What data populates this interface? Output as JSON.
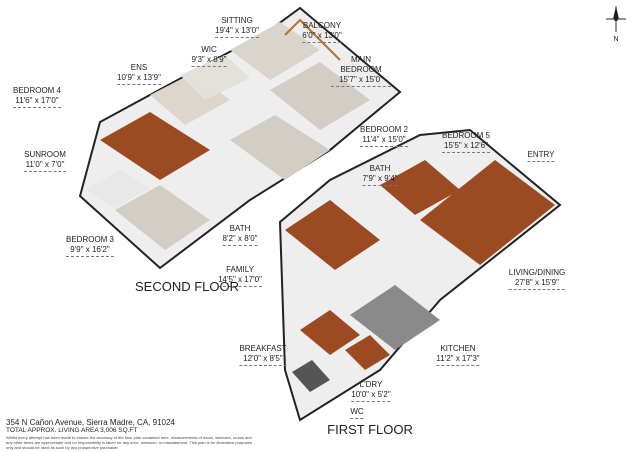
{
  "rooms": {
    "sitting": {
      "name": "SITTING",
      "dim": "19'4\" x 13'0\""
    },
    "balcony": {
      "name": "BALCONY",
      "dim": "6'0\" x 13'0\""
    },
    "wic": {
      "name": "WIC",
      "dim": "9'3\" x 8'9\""
    },
    "ens": {
      "name": "ENS",
      "dim": "10'9\" x 13'9\""
    },
    "main_bedroom": {
      "name": "MAIN BEDROOM",
      "dim": "15'7\" x 15'0\""
    },
    "bedroom4": {
      "name": "BEDROOM 4",
      "dim": "11'6\" x 17'0\""
    },
    "bedroom2": {
      "name": "BEDROOM 2",
      "dim": "11'4\" x 15'0\""
    },
    "bedroom5": {
      "name": "BEDROOM 5",
      "dim": "15'5\" x 12'6\""
    },
    "entry": {
      "name": "ENTRY",
      "dim": ""
    },
    "bath1": {
      "name": "BATH",
      "dim": "7'9\" x 9'4\""
    },
    "sunroom": {
      "name": "SUNROOM",
      "dim": "11'0\" x 7'0\""
    },
    "bedroom3": {
      "name": "BEDROOM 3",
      "dim": "9'9\" x 16'2\""
    },
    "bath2": {
      "name": "BATH",
      "dim": "8'2\" x 8'0\""
    },
    "family": {
      "name": "FAMILY",
      "dim": "14'5\" x 17'0\""
    },
    "living_dining": {
      "name": "LIVING/DINING",
      "dim": "27'8\" x 15'9\""
    },
    "breakfast": {
      "name": "BREAKFAST",
      "dim": "12'0\" x 8'5\""
    },
    "kitchen": {
      "name": "KITCHEN",
      "dim": "11'2\" x 17'3\""
    },
    "laundry": {
      "name": "L'DRY",
      "dim": "10'0\" x 5'2\""
    },
    "wc": {
      "name": "WC",
      "dim": ""
    }
  },
  "floors": {
    "second": "SECOND FLOOR",
    "first": "FIRST FLOOR"
  },
  "compass": {
    "label": "N",
    "icon": "north-arrow-icon"
  },
  "footer": {
    "address": "354 N Cañon Avenue, Sierra Madre, CA, 91024",
    "area": "TOTAL APPROX. LIVING AREA 3,006 SQ.FT",
    "disclaimer": "Whilst every attempt has been made to ensure the accuracy of the floor plan contained here, measurements of doors, windows, rooms and any other items are approximate and no responsibility is taken for any error, omission, or misstatement. This plan is for illustrative purposes only and should be used as such by any prospective purchaser."
  },
  "colors": {
    "wood": "#9c4a22",
    "carpet": "#cfcac2",
    "wall": "#f2f2f2",
    "wall_top": "#2a2a2a"
  }
}
